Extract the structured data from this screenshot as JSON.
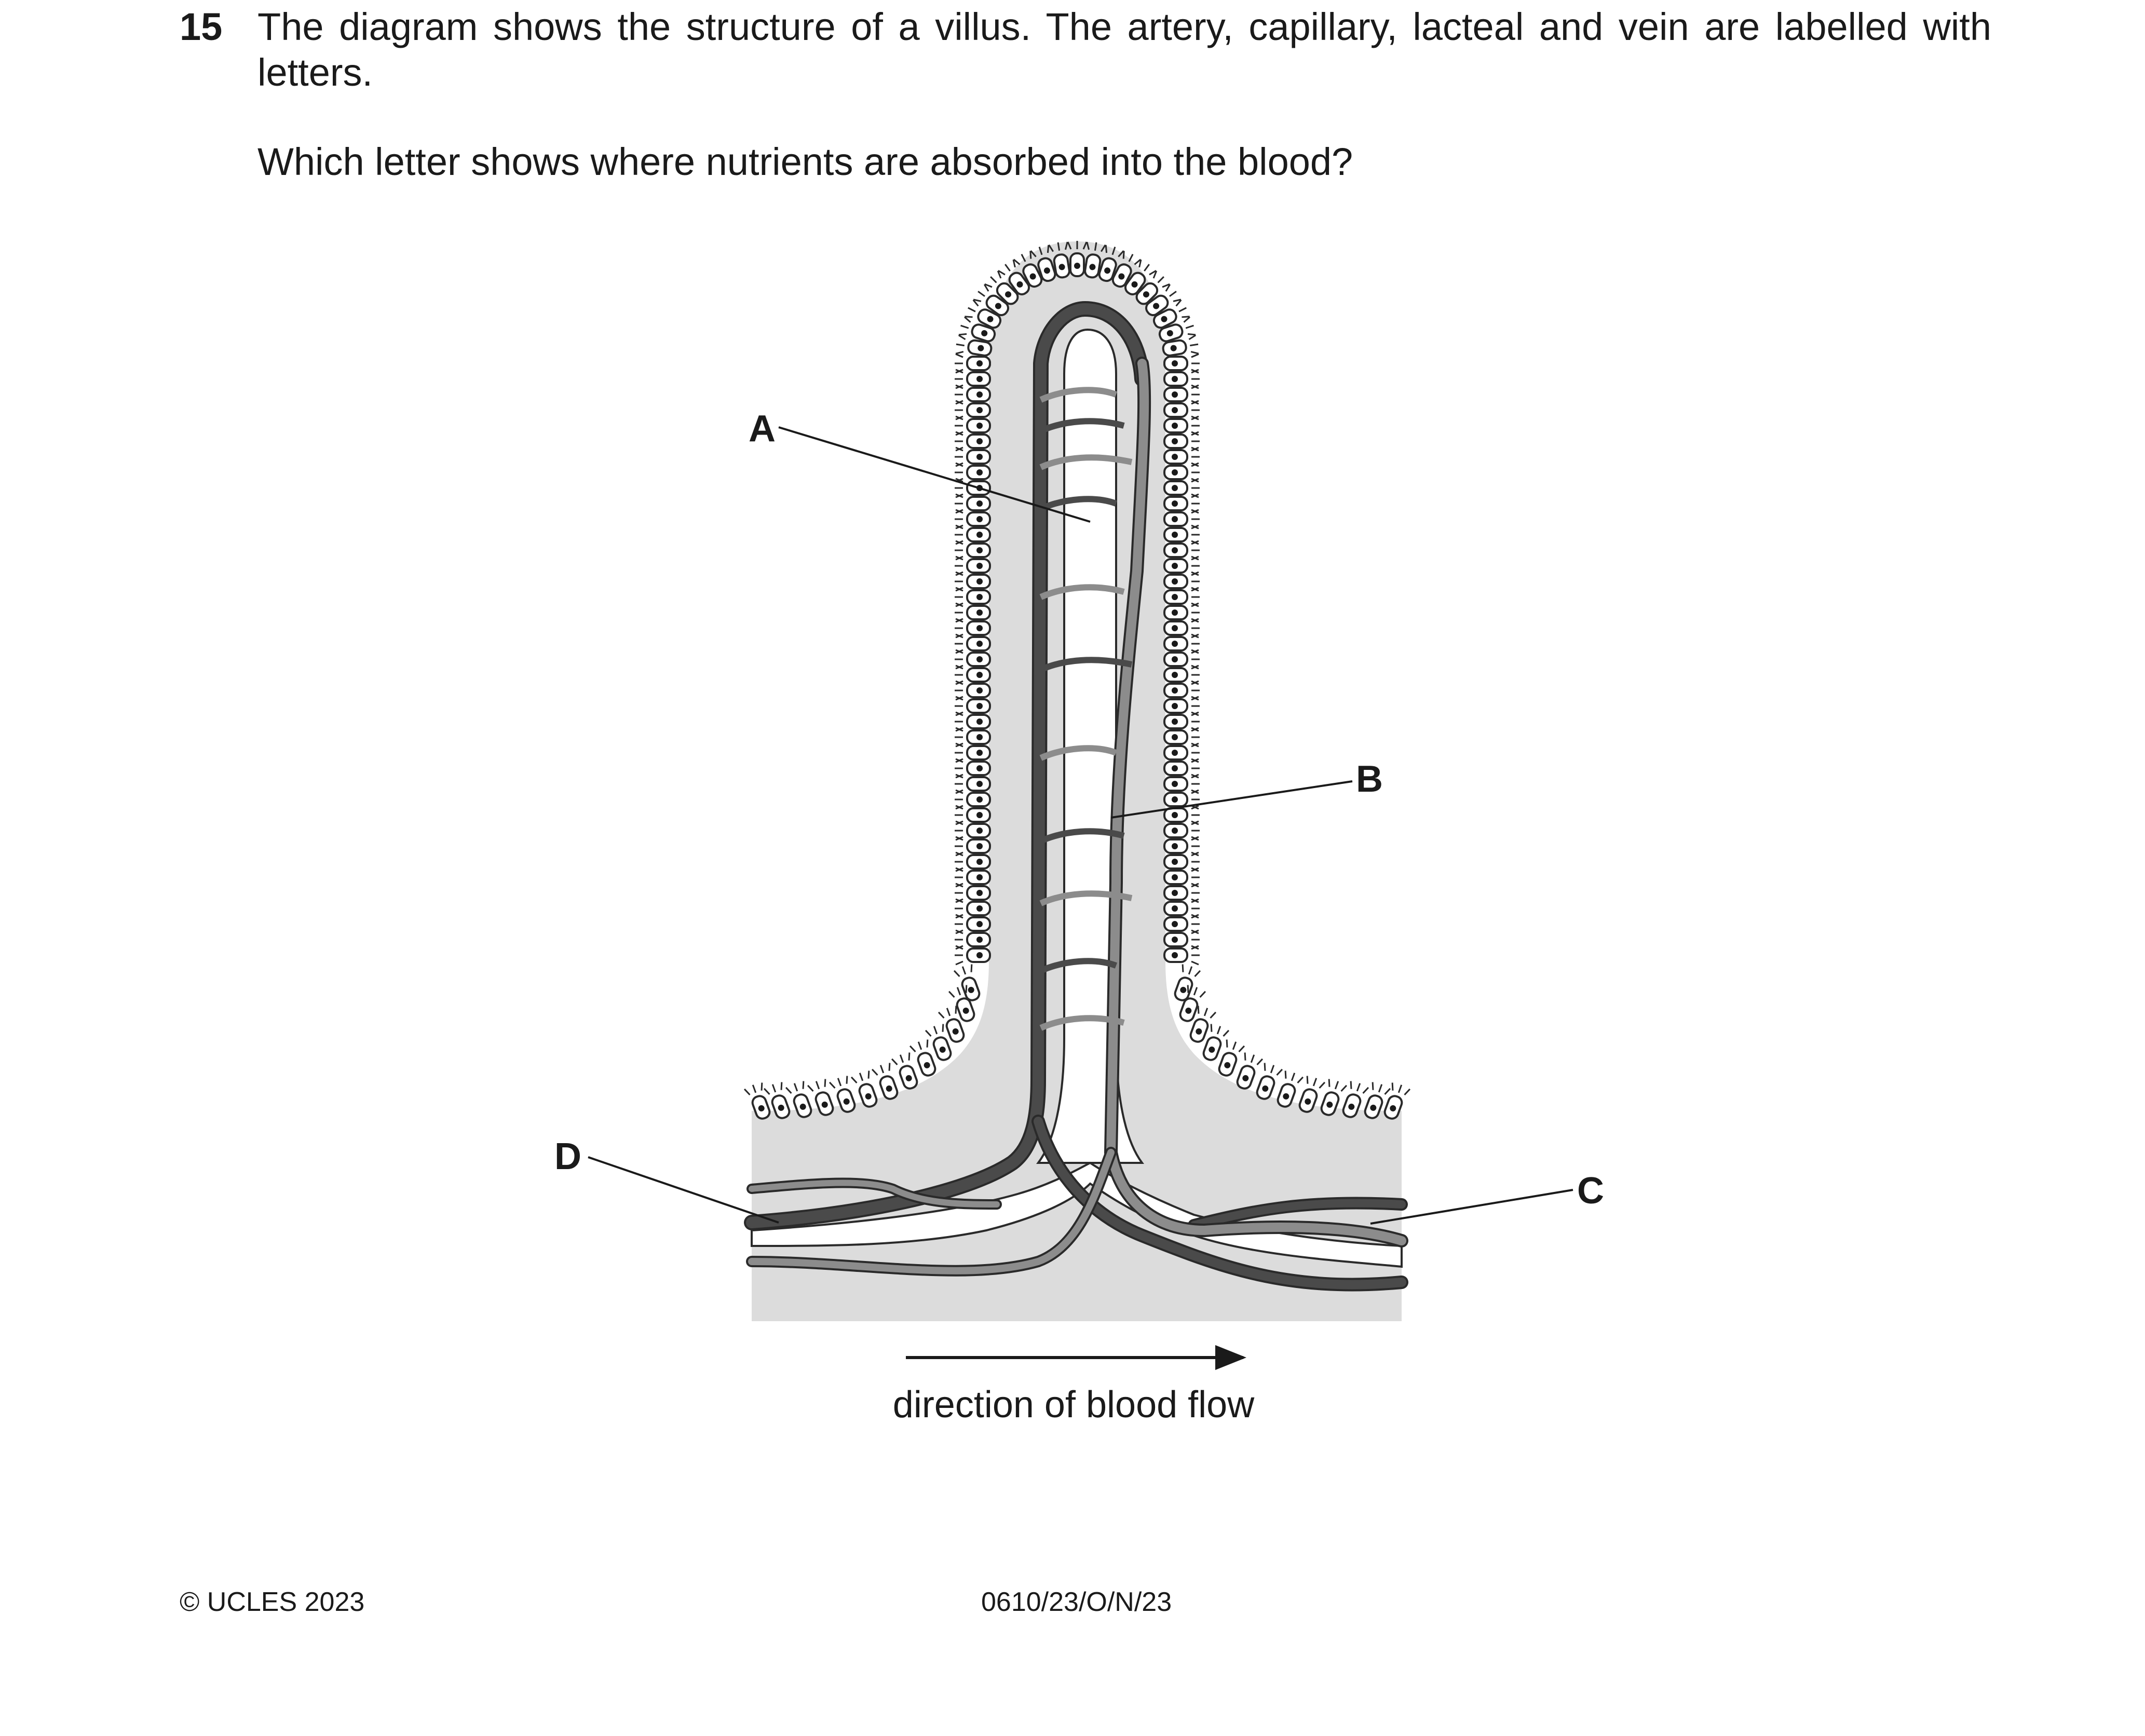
{
  "question": {
    "number": "15",
    "stem": "The diagram shows the structure of a villus. The artery, capillary, lacteal and vein are labelled with letters.",
    "prompt": "Which letter shows where nutrients are absorbed into the blood?"
  },
  "diagram": {
    "labels": [
      "A",
      "B",
      "C",
      "D"
    ],
    "flow_caption": "direction of blood flow",
    "colors": {
      "tissue": "#dcdcdc",
      "dark_vessel": "#4a4a4a",
      "light_vessel": "#8c8c8c",
      "lacteal": "#ffffff",
      "cell_outline": "#2a2a2a"
    }
  },
  "footer": {
    "copyright": "© UCLES 2023",
    "code": "0610/23/O/N/23"
  }
}
